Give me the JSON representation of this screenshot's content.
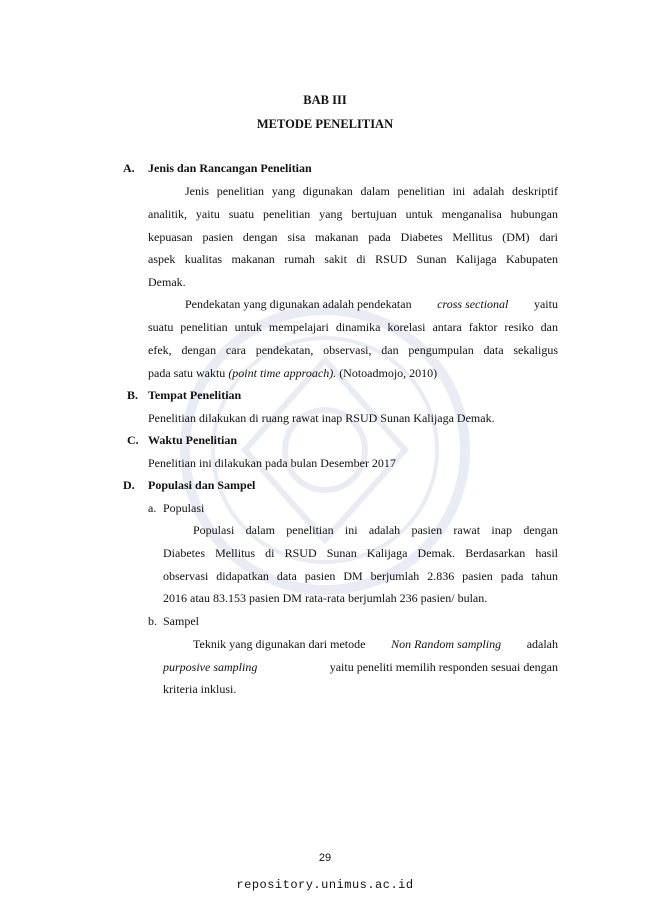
{
  "heading": {
    "chapter": "BAB III",
    "title": "METODE PENELITIAN"
  },
  "sections": {
    "a": {
      "marker": "A.",
      "title": "Jenis dan Rancangan Penelitian",
      "p1": [
        "Jenis penelitian yang digunakan dalam penelitian ini adalah deskriptif",
        "analitik, yaitu suatu penelitian yang bertujuan untuk menganalisa hubungan",
        "kepuasan pasien dengan sisa makanan pada Diabetes Mellitus (DM) dari",
        "aspek kualitas makanan rumah sakit di RSUD Sunan Kalijaga Kabupaten",
        "Demak."
      ],
      "p2_l1_pre": "Pendekatan yang digunakan adalah pendekatan",
      "p2_l1_it": "cross sectional",
      "p2_l1_post": "yaitu",
      "p2_l2": "suatu penelitian untuk mempelajari dinamika korelasi antara faktor resiko dan",
      "p2_l3": "efek, dengan cara pendekatan, observasi, dan pengumpulan data sekaligus",
      "p2_l4_pre": "pada satu waktu",
      "p2_l4_it": "(point time approach).",
      "p2_l4_post": "(Notoadmojo, 2010)"
    },
    "b": {
      "marker": "B.",
      "title": "Tempat Penelitian",
      "text": "Penelitian dilakukan di ruang rawat inap RSUD Sunan Kalijaga Demak."
    },
    "c": {
      "marker": "C.",
      "title": "Waktu Penelitian",
      "text": "Penelitian ini dilakukan pada bulan Desember 2017"
    },
    "d": {
      "marker": "D.",
      "title": "Populasi dan Sampel",
      "sub_a": {
        "marker": "a.",
        "title": "Populasi",
        "lines": [
          "Populasi dalam penelitian ini adalah pasien rawat inap dengan",
          "Diabetes Mellitus di RSUD Sunan Kalijaga Demak. Berdasarkan  hasil",
          "observasi didapatkan data pasien DM berjumlah 2.836 pasien pada tahun",
          "2016 atau 83.153 pasien DM rata-rata berjumlah 236 pasien/ bulan."
        ]
      },
      "sub_b": {
        "marker": "b.",
        "title": "Sampel",
        "l1_pre": "Teknik yang digunakan dari metode",
        "l1_it": "Non Random sampling",
        "l1_post": "adalah",
        "l2_it": "purposive sampling",
        "l2_post": "yaitu peneliti memilih responden sesuai dengan",
        "l3": "kriteria inklusi."
      }
    }
  },
  "page_number": "29",
  "footer": "repository.unimus.ac.id"
}
